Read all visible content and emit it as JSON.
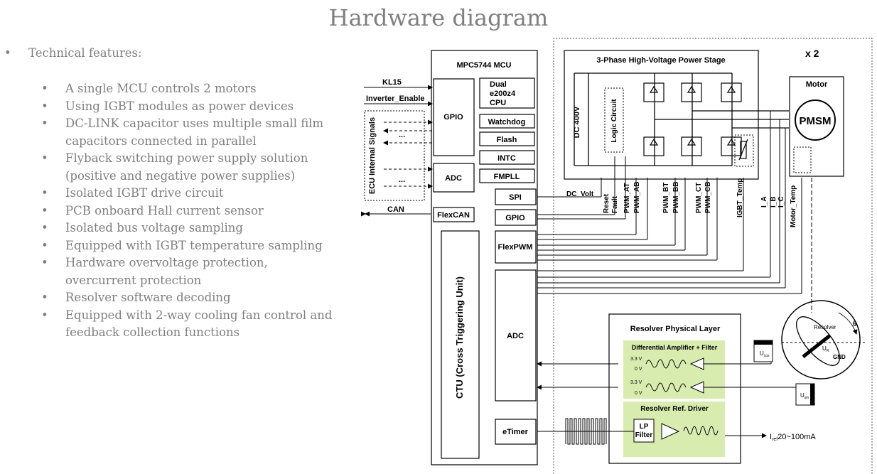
{
  "slide": {
    "title": "Hardware diagram",
    "features_heading": "Technical features:",
    "features": [
      [
        "A single MCU controls 2 motors"
      ],
      [
        "Using IGBT modules as power devices"
      ],
      [
        "DC-LINK capacitor uses multiple small film",
        "capacitors connected in parallel"
      ],
      [
        "Flyback switching power supply solution",
        "(positive and negative power supplies)"
      ],
      [
        "Isolated IGBT drive circuit"
      ],
      [
        "PCB onboard Hall current sensor"
      ],
      [
        "Isolated bus voltage sampling"
      ],
      [
        "Equipped with IGBT temperature sampling"
      ],
      [
        "Hardware overvoltage protection,",
        "overcurrent protection"
      ],
      [
        "Resolver software decoding"
      ],
      [
        "Equipped with 2-way cooling fan control and",
        "feedback collection functions"
      ]
    ]
  },
  "diagram": {
    "mcu": {
      "title": "MPC5744 MCU",
      "blocks": [
        "GPIO",
        "ADC",
        "FlexCAN",
        "Dual e200z4 CPU",
        "Watchdog",
        "Flash",
        "INTC",
        "FMPLL",
        "SPI",
        "GPIO",
        "FlexPWM",
        "ADC",
        "eTimer"
      ],
      "ctu": "CTU (Cross Triggering Unit)"
    },
    "inputs": [
      "KL15",
      "Inverter_Enable",
      "ECU Internal Signals",
      "CAN"
    ],
    "dots": "...",
    "power_stage": {
      "title": "3-Phase High-Voltage Power Stage",
      "dc": "DC 400V",
      "logic": "Logic Circuit",
      "multiplier": "x 2"
    },
    "motor": {
      "title": "Motor",
      "type": "PMSM"
    },
    "signals": [
      "DC_Volt",
      "Reset",
      "Fault",
      "PWM_AT",
      "PWM_AB",
      "PWM_BT",
      "PWM_BB",
      "PWM_CT",
      "PWM_CB",
      "IGBT_Temp",
      "I_A",
      "I_B",
      "I_C",
      "Motor_Temp"
    ],
    "resolver_layer": {
      "title": "Resolver Physical Layer",
      "amp": "Differential Amplifier + Filter",
      "v33": "3.3 V",
      "v0": "0 V",
      "driver": "Resolver Ref. Driver",
      "lp": [
        "LP",
        "Filter"
      ],
      "iref": "I",
      "iref_sub": "ref",
      "iref_range": "20~100mA"
    },
    "resolver": {
      "label": "Resolver",
      "gnd": "GND",
      "u": "U",
      "usub": "R",
      "ucos": "U",
      "ucos_sub": "cos",
      "usin": "U",
      "usin_sub": "sin",
      "theta": "θ"
    }
  },
  "colors": {
    "text_gray": "#7f7f7f",
    "resolver_fill": "#d9ecb0"
  }
}
